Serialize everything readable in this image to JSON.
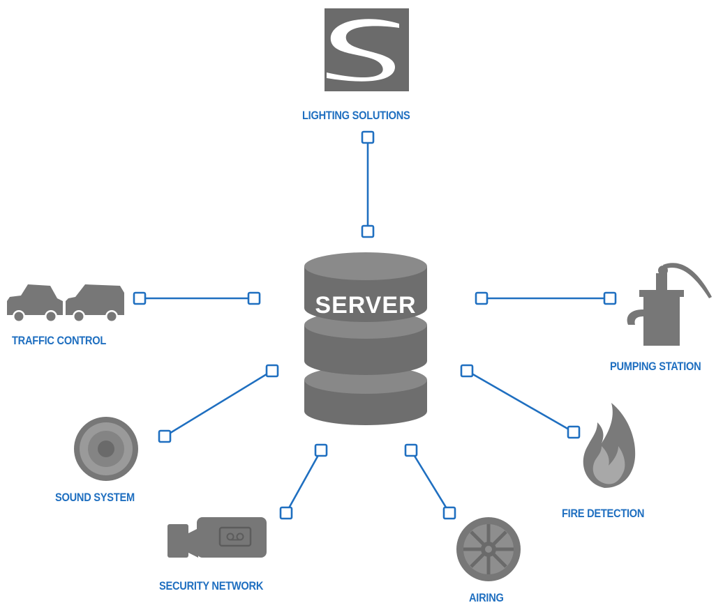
{
  "colors": {
    "accent": "#1f6fc0",
    "icon": "#777777",
    "icon_dark": "#5c5c5c",
    "white": "#ffffff"
  },
  "server": {
    "label": "SERVER",
    "icon": "server-database-icon"
  },
  "nodes": [
    {
      "id": "lighting",
      "label": "LIGHTING SOLUTIONS",
      "icon": "lighting-s-logo-icon"
    },
    {
      "id": "traffic",
      "label": "TRAFFIC CONTROL",
      "icon": "cars-icon"
    },
    {
      "id": "pumping",
      "label": "PUMPING STATION",
      "icon": "water-pump-icon"
    },
    {
      "id": "sound",
      "label": "SOUND SYSTEM",
      "icon": "speaker-icon"
    },
    {
      "id": "fire",
      "label": "FIRE DETECTION",
      "icon": "flame-icon"
    },
    {
      "id": "security",
      "label": "SECURITY NETWORK",
      "icon": "camera-icon"
    },
    {
      "id": "airing",
      "label": "AIRING",
      "icon": "fan-icon"
    }
  ]
}
